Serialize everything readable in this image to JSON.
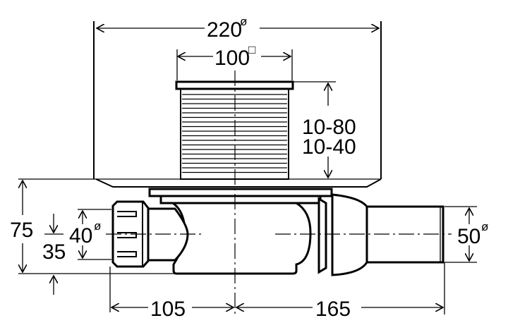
{
  "title": "Floor drain dimensional drawing",
  "dimensions": {
    "plate_diameter": "220",
    "grate_size": "100",
    "height_range_1": "10-80",
    "height_range_2": "10-40",
    "total_height": "75",
    "outlet_height": "35",
    "left_outlet_diameter": "40",
    "right_outlet_diameter": "50",
    "left_length": "105",
    "right_length": "165"
  },
  "symbols": {
    "diameter": "ø",
    "square": "□"
  }
}
